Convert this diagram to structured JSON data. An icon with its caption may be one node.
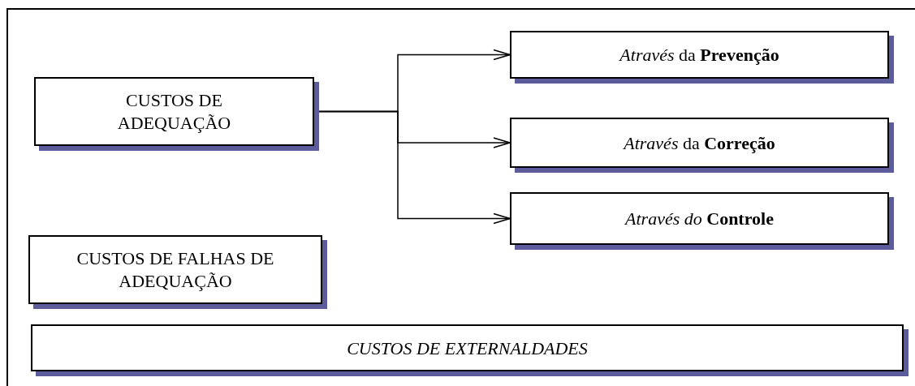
{
  "diagram": {
    "nodes": [
      {
        "text": [
          "CUSTOS DE ADEQUAÇÃO"
        ]
      },
      {
        "text": [
          "*Através* da **Prevenção**"
        ]
      },
      {
        "text": [
          "*Através* da **Correção**"
        ]
      },
      {
        "text": [
          "*Através do* **Controle**"
        ]
      },
      {
        "text": [
          "CUSTOS DE FALHAS DE ADEQUAÇÃO"
        ]
      },
      {
        "text": [
          "CUSTOS DE EXTERNALDADES"
        ]
      }
    ],
    "edges": [
      {
        "from": 0,
        "to": 1,
        "arrow": "to"
      },
      {
        "from": 0,
        "to": 2,
        "arrow": "to"
      },
      {
        "from": 0,
        "to": 3,
        "arrow": "to"
      }
    ]
  }
}
